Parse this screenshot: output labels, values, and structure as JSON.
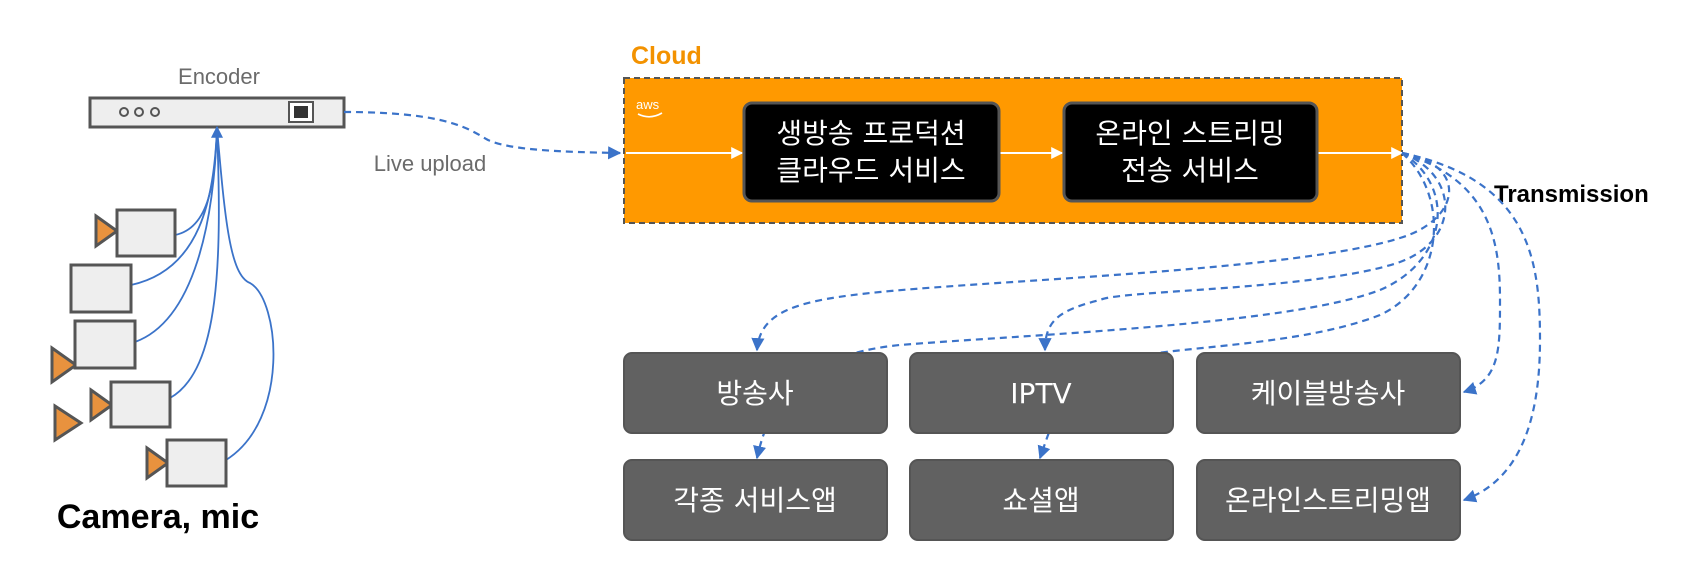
{
  "encoder": {
    "label": "Encoder",
    "icon": "encoder-device-icon"
  },
  "upload": {
    "label": "Live upload"
  },
  "cloud": {
    "label": "Cloud",
    "provider_logo": "aws",
    "fill_color": "#ff9900",
    "services": [
      {
        "line1": "생방송 프로덕션",
        "line2": "클라우드 서비스"
      },
      {
        "line1": "온라인 스트리밍",
        "line2": "전송 서비스"
      }
    ]
  },
  "transmission": {
    "label": "Transmission"
  },
  "sources": {
    "label": "Camera, mic",
    "device_count": 6
  },
  "destinations": [
    {
      "label": "방송사"
    },
    {
      "label": "IPTV"
    },
    {
      "label": "케이블방송사"
    },
    {
      "label": "각종 서비스앱"
    },
    {
      "label": "쇼셜앱"
    },
    {
      "label": "온라인스트리밍앱"
    }
  ],
  "colors": {
    "connector": "#3b73c9",
    "service_box": "#000000",
    "destination_box": "#616161",
    "camera_body": "#eeeeee",
    "camera_lens": "#e8923e"
  }
}
